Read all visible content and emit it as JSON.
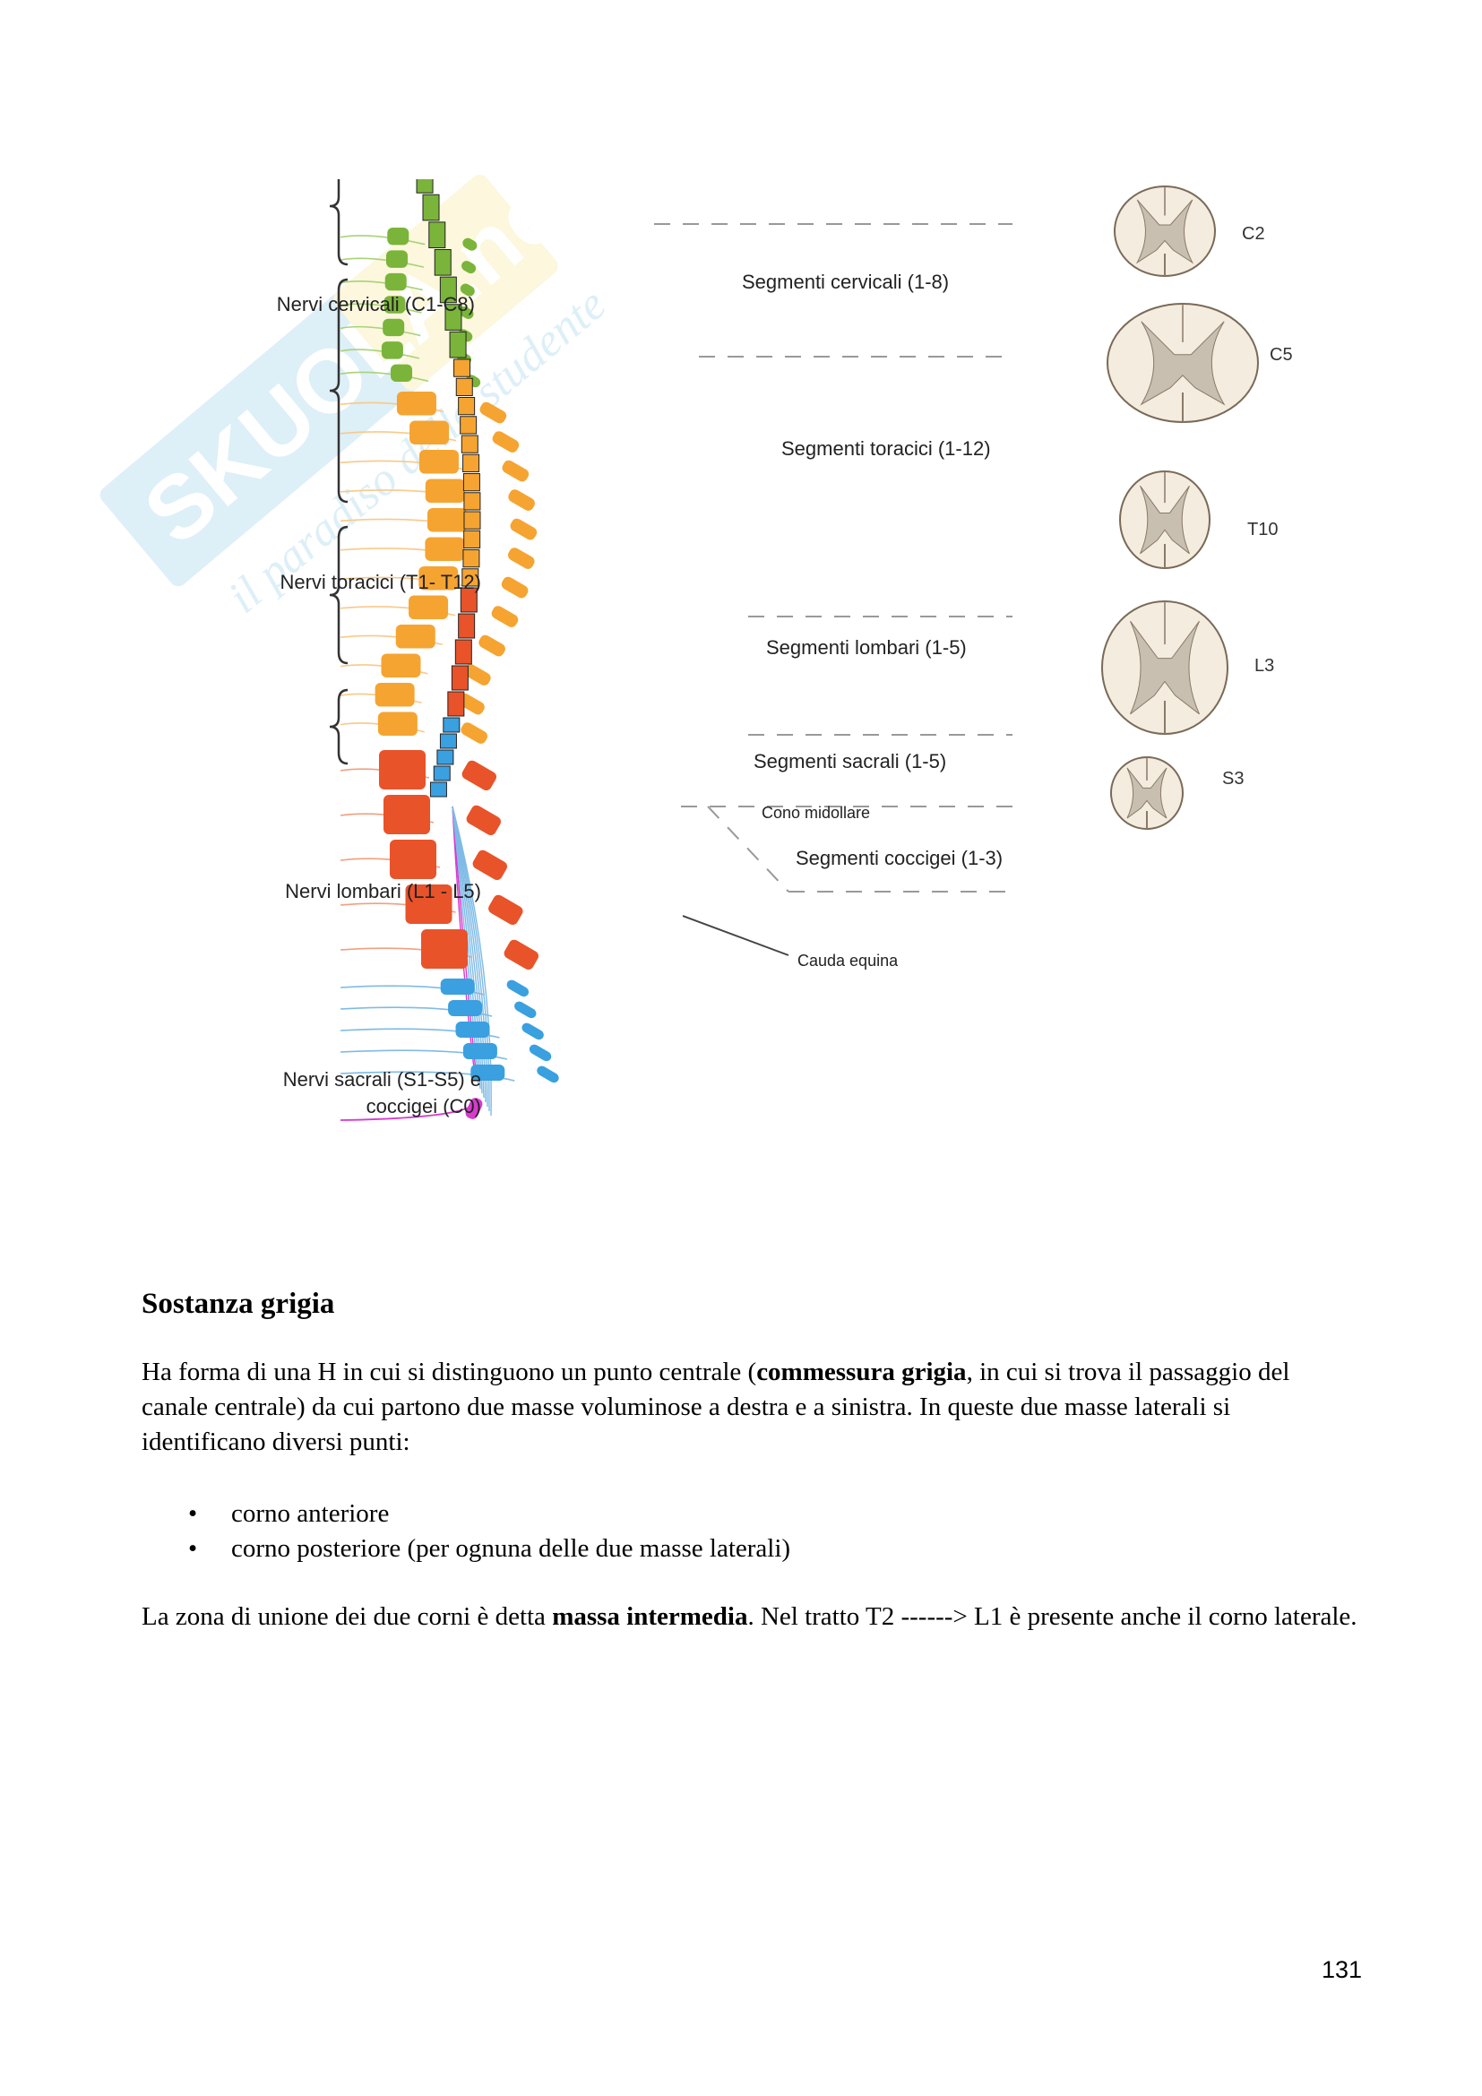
{
  "watermark": {
    "text": "SKUOLA.net",
    "tagline": "il paradiso dello studente"
  },
  "figure": {
    "nerve_labels": [
      "Nervi cervicali (C1-C8)",
      "Nervi toracici (T1- T12)",
      "Nervi lombari (L1 - L5)",
      "Nervi sacrali (S1-S5) e",
      "coccigei (C0)"
    ],
    "segment_labels": [
      "Segmenti cervicali (1-8)",
      "Segmenti toracici (1-12)",
      "Segmenti lombari (1-5)",
      "Segmenti sacrali (1-5)",
      "Segmenti coccigei (1-3)"
    ],
    "cono_midollare": "Cono midollare",
    "cauda_equina": "Cauda equina",
    "section_labels": [
      "C2",
      "C5",
      "T10",
      "L3",
      "S3"
    ],
    "colors": {
      "cervical": "#7ab43a",
      "thoracic": "#f5a431",
      "lumbar": "#e8532a",
      "sacral": "#3aa0e0",
      "coccygeal": "#d63bcf",
      "gray_matter": "#c8bfb1",
      "white_matter": "#f4ecdf"
    }
  },
  "text": {
    "heading": "Sostanza grigia",
    "p1_a": "Ha forma di una H in cui si distinguono un punto centrale (",
    "p1_b": "commessura grigia",
    "p1_c": ", in cui si trova il passaggio del canale centrale) da cui partono due masse voluminose a destra e a sinistra. In queste due masse laterali si identificano diversi punti:",
    "bullet_symbol": "•",
    "bullets": [
      "corno anteriore",
      "corno posteriore (per ognuna delle due masse laterali)"
    ],
    "p2_a": "La zona di unione dei due corni è detta ",
    "p2_b": "massa intermedia",
    "p2_c": ". Nel tratto T2 ------> L1 è presente anche il corno laterale."
  },
  "page_number": "131"
}
